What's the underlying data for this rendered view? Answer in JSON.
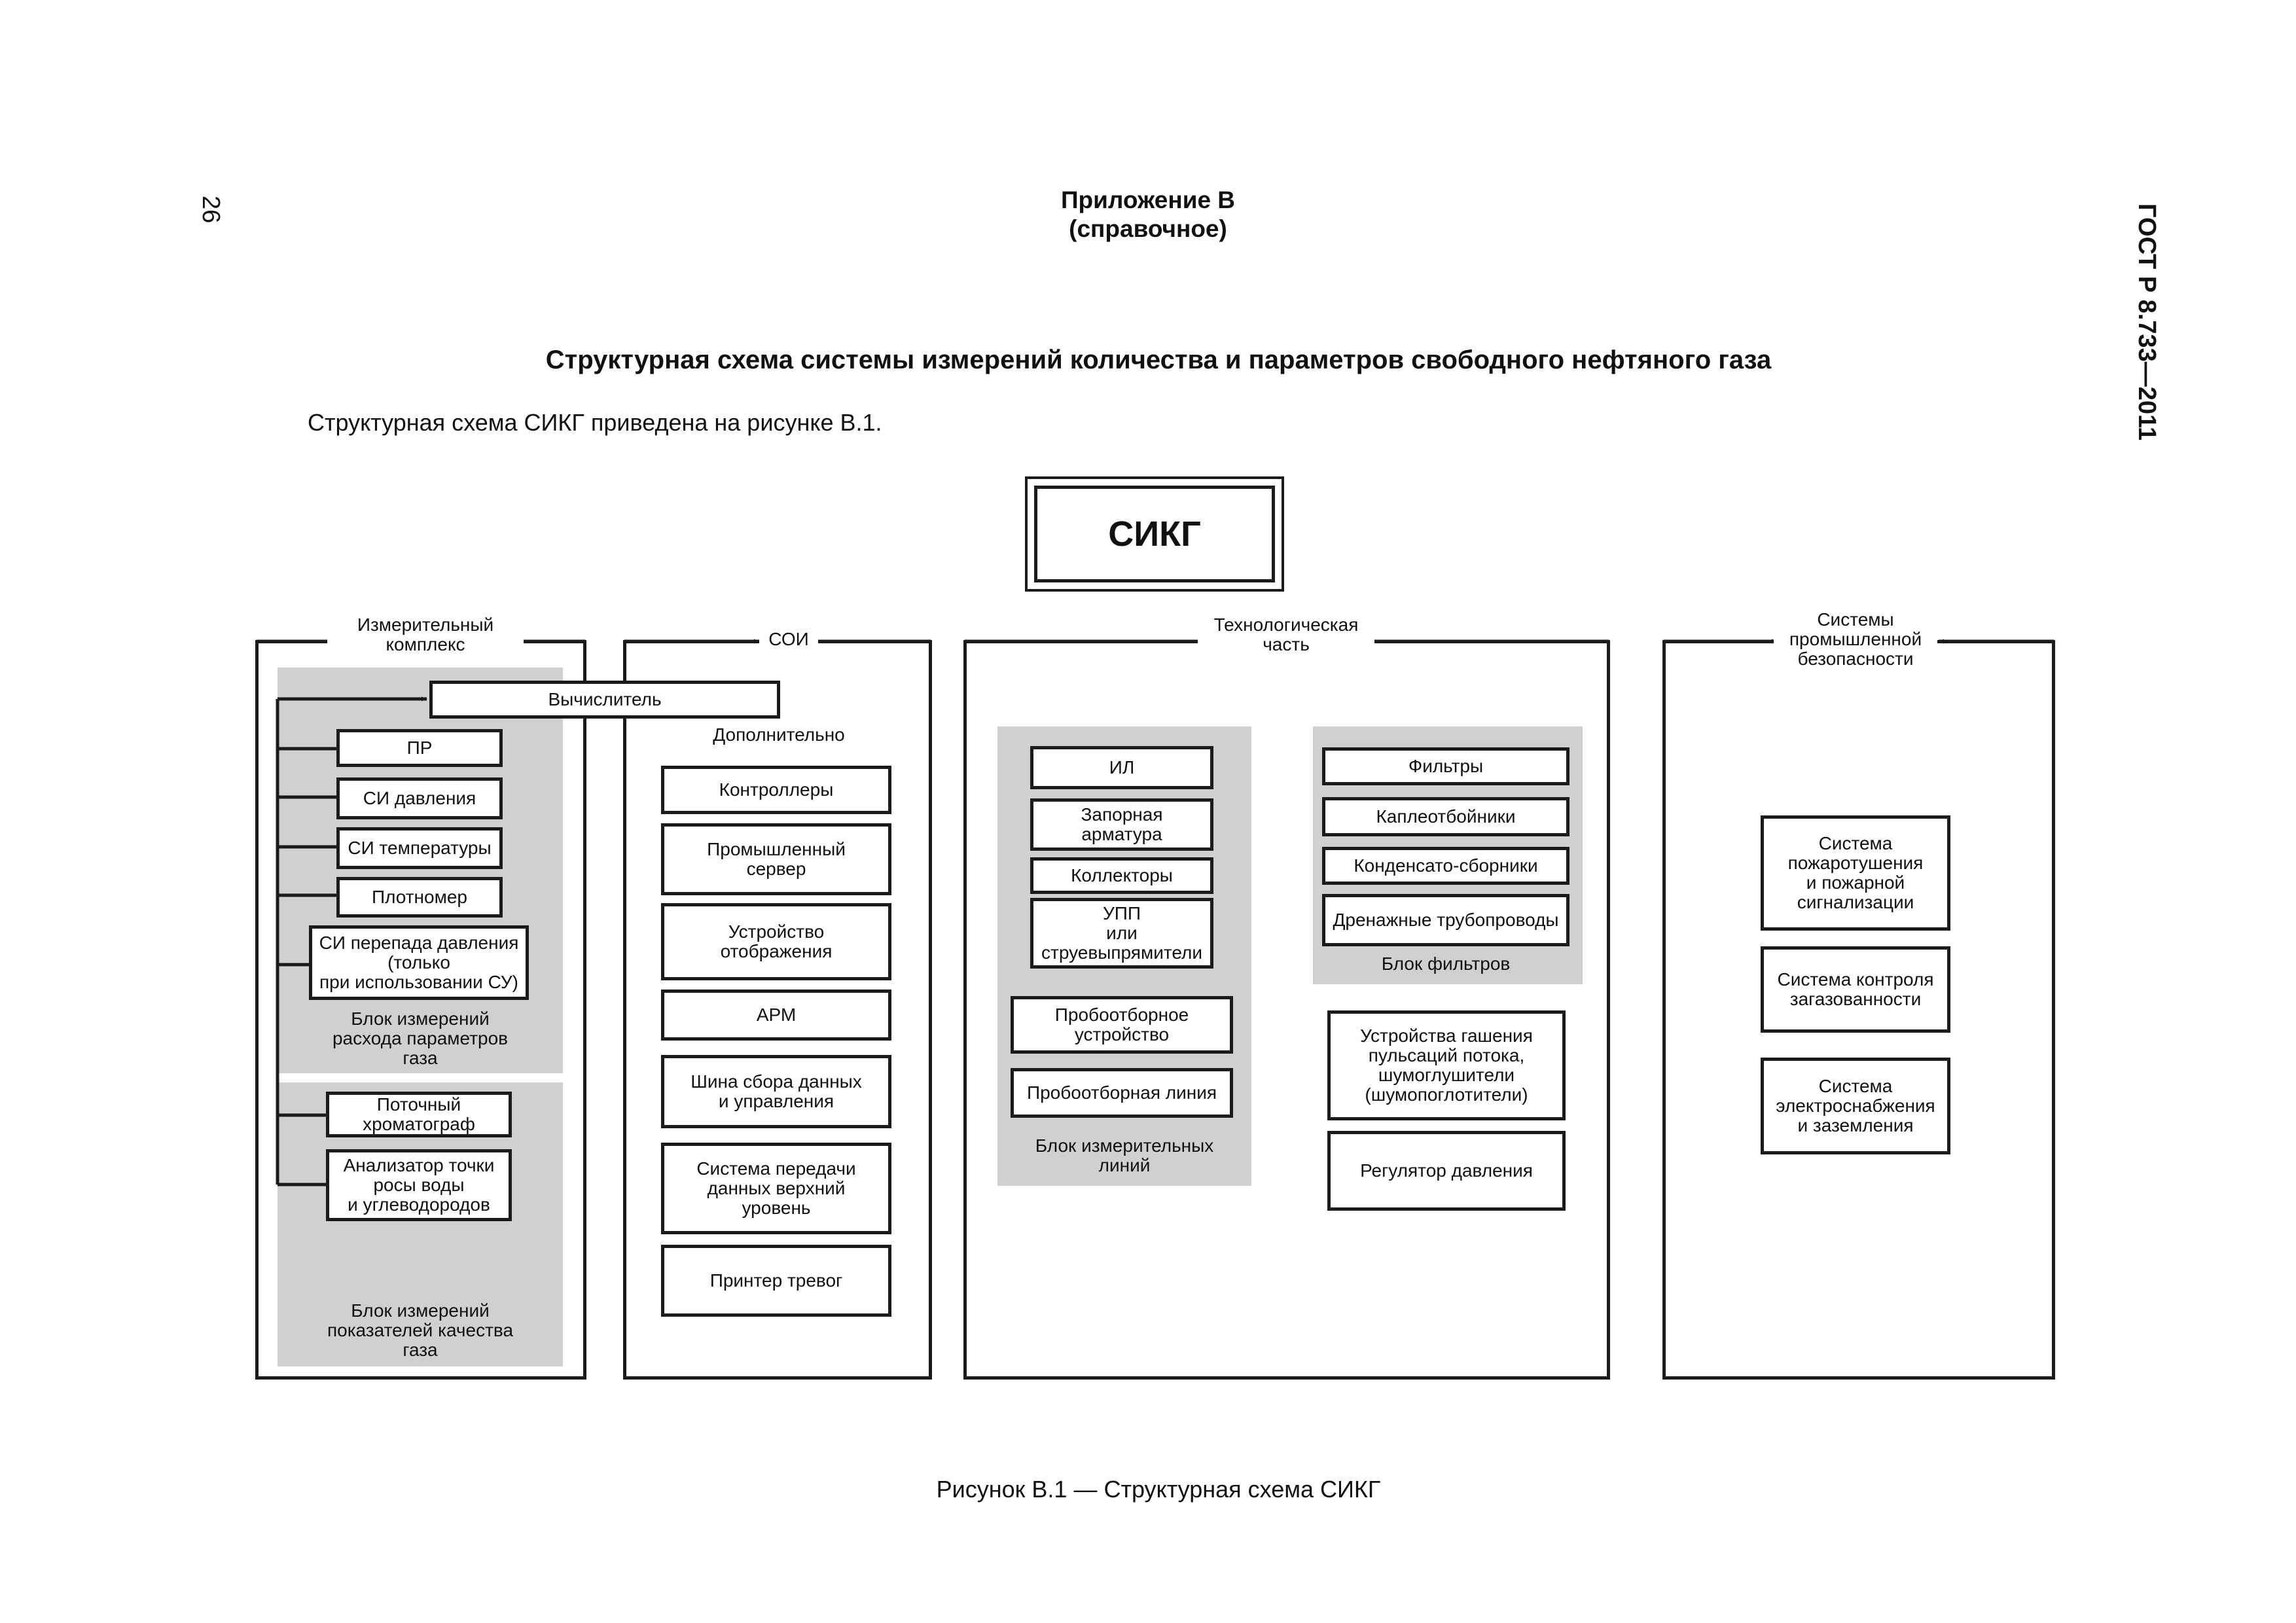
{
  "page": {
    "page_number": "26",
    "standard_code": "ГОСТ Р 8.733—2011",
    "appendix_title": "Приложение В",
    "appendix_type": "(справочное)",
    "section_title": "Структурная схема системы измерений количества и параметров свободного нефтяного газа",
    "intro_text": "Структурная схема СИКГ приведена на рисунке В.1.",
    "figure_caption": "Рисунок В.1 — Структурная схема СИКГ"
  },
  "diagram": {
    "root": "СИКГ",
    "measuring_complex": {
      "label": "Измерительный\nкомплекс",
      "computer": "Вычислитель",
      "flow_block_items": [
        "ПР",
        "СИ давления",
        "СИ температуры",
        "Плотномер",
        "СИ перепада давления\n(только\nпри использовании СУ)"
      ],
      "flow_block_label": "Блок измерений\nрасхода параметров\nгаза",
      "quality_block_items": [
        "Поточный\nхроматограф",
        "Анализатор точки\nросы воды\nи углеводородов"
      ],
      "quality_block_label": "Блок измерений\nпоказателей качества\nгаза"
    },
    "soi": {
      "label": "СОИ",
      "additional": "Дополнительно",
      "items": [
        "Контроллеры",
        "Промышленный\nсервер",
        "Устройство\nотображения",
        "АРМ",
        "Шина сбора данных\nи управления",
        "Система передачи\nданных верхний\nуровень",
        "Принтер тревог"
      ]
    },
    "technological": {
      "label": "Технологическая\nчасть",
      "lines_block_items": [
        "ИЛ",
        "Запорная\nарматура",
        "Коллекторы",
        "УПП\nили\nструевыпрямители"
      ],
      "lines_block_extra": [
        "Пробоотборное\nустройство",
        "Пробоотборная линия"
      ],
      "lines_block_label": "Блок измерительных\nлиний",
      "filters_block_items": [
        "Фильтры",
        "Каплеотбойники",
        "Конденсато-сборники",
        "Дренажные трубопроводы"
      ],
      "filters_block_label": "Блок фильтров",
      "other_items": [
        "Устройства гашения\nпульсаций потока,\nшумоглушители\n(шумопоглотители)",
        "Регулятор давления"
      ]
    },
    "safety": {
      "label": "Системы\nпромышленной\nбезопасности",
      "items": [
        "Система\nпожаротушения\nи пожарной\nсигнализации",
        "Система контроля\nзагазованности",
        "Система\nэлектроснабжения\nи заземления"
      ]
    }
  }
}
